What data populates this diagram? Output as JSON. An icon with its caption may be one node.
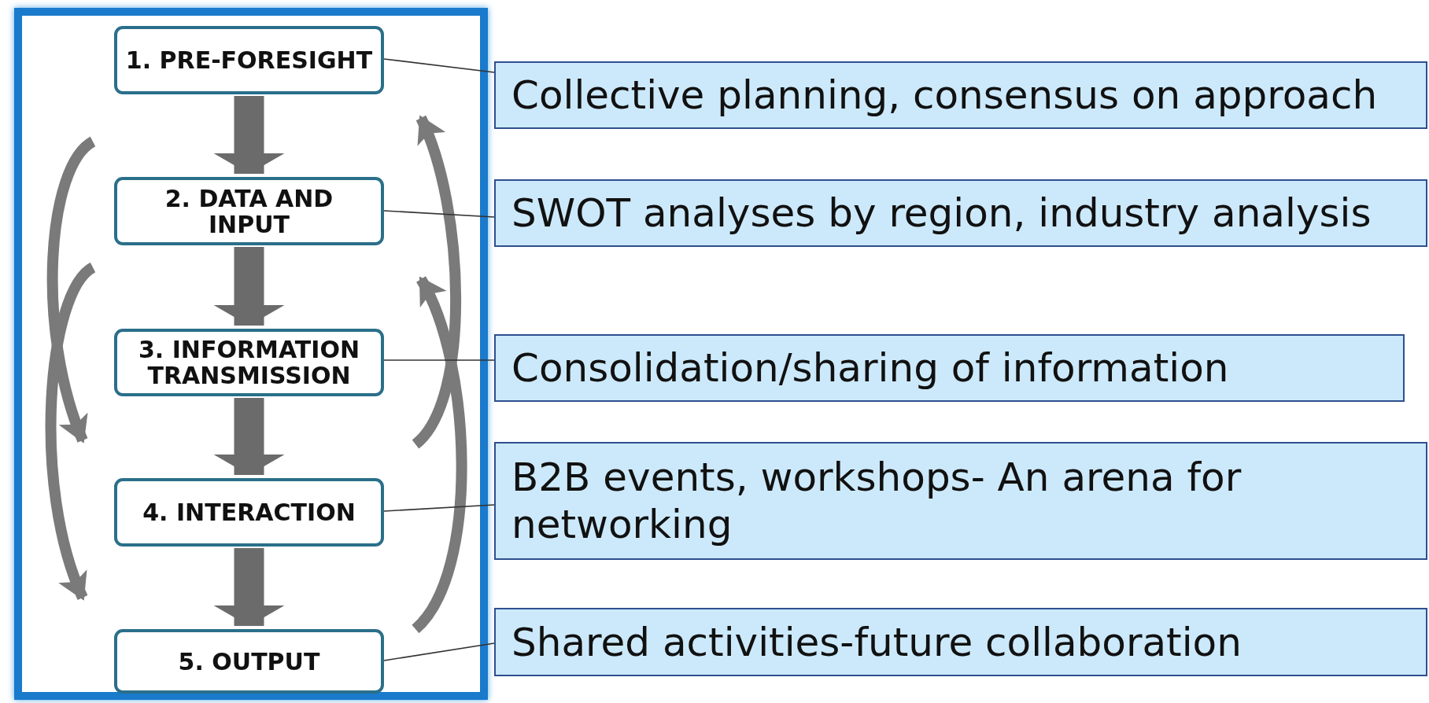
{
  "diagram": {
    "nodes": [
      {
        "text": [
          "1. PRE-FORESIGHT"
        ]
      },
      {
        "text": [
          "2. DATA AND INPUT"
        ]
      },
      {
        "text": [
          "3. INFORMATION TRANSMISSION"
        ]
      },
      {
        "text": [
          "4. INTERACTION"
        ]
      },
      {
        "text": [
          "5. OUTPUT"
        ]
      },
      {
        "text": [
          "Collective planning, consensus on approach"
        ]
      },
      {
        "text": [
          "SWOT analyses by region, industry analysis"
        ]
      },
      {
        "text": [
          "Consolidation/sharing of information"
        ]
      },
      {
        "text": [
          "B2B events, workshops- An arena for networking"
        ]
      },
      {
        "text": [
          "Shared activities-future collaboration"
        ]
      }
    ],
    "edges": [
      {
        "from": 0,
        "to": 1,
        "arrow": "to",
        "style": "thick",
        "color": "#6b6b6b"
      },
      {
        "from": 1,
        "to": 2,
        "arrow": "to",
        "style": "thick",
        "color": "#6b6b6b"
      },
      {
        "from": 2,
        "to": 3,
        "arrow": "to",
        "style": "thick",
        "color": "#6b6b6b"
      },
      {
        "from": 3,
        "to": 4,
        "arrow": "to",
        "style": "thick",
        "color": "#6b6b6b"
      },
      {
        "from": 0,
        "to": 5,
        "arrow": "none"
      },
      {
        "from": 1,
        "to": 6,
        "arrow": "none"
      },
      {
        "from": 2,
        "to": 7,
        "arrow": "none"
      },
      {
        "from": 3,
        "to": 8,
        "arrow": "none"
      },
      {
        "from": 4,
        "to": 9,
        "arrow": "none"
      }
    ]
  }
}
